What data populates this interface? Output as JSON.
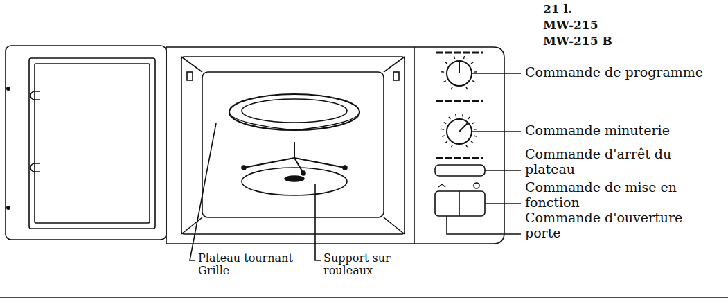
{
  "diagram": {
    "labels": [
      "21 l.",
      "MW-215",
      "MW-215 B",
      "Commande de programme",
      "Commande minuterie",
      "Commande d'arrêt du plateau",
      "Commande de mise en fonction",
      "Commande d'ouverture porte",
      "Plateau tournant Grille",
      "Support sur rouleaux"
    ]
  }
}
